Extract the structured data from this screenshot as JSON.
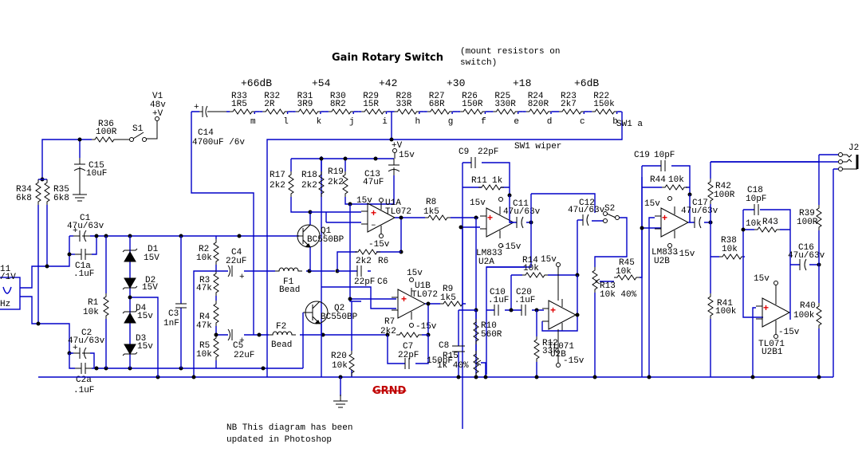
{
  "title": "Gain Rotary Switch",
  "title_note": [
    "(mount resistors on",
    "switch)"
  ],
  "gain_labels": [
    "+66dB",
    "+54",
    "+42",
    "+30",
    "+18",
    "+6dB"
  ],
  "switch_resistors": [
    {
      "ref": "R33",
      "value": "1R5"
    },
    {
      "ref": "R32",
      "value": "2R"
    },
    {
      "ref": "R31",
      "value": "3R9"
    },
    {
      "ref": "R30",
      "value": "8R2"
    },
    {
      "ref": "R29",
      "value": "15R"
    },
    {
      "ref": "R28",
      "value": "33R"
    },
    {
      "ref": "R27",
      "value": "68R"
    },
    {
      "ref": "R26",
      "value": "150R"
    },
    {
      "ref": "R25",
      "value": "330R"
    },
    {
      "ref": "R24",
      "value": "820R"
    },
    {
      "ref": "R23",
      "value": "2k7"
    },
    {
      "ref": "R22",
      "value": "150k"
    }
  ],
  "switch_positions": [
    "m",
    "l",
    "k",
    "j",
    "i",
    "h",
    "g",
    "f",
    "e",
    "d",
    "c",
    "b"
  ],
  "sw1_a": "SW1  a",
  "sw1_wiper": "SW1 wiper",
  "components": {
    "v1": {
      "ref": "V1",
      "value": "48v",
      "node": "+V"
    },
    "r36": {
      "ref": "R36",
      "value": "100R"
    },
    "s1": {
      "ref": "S1"
    },
    "c15": {
      "ref": "C15",
      "value": "10uF"
    },
    "r34": {
      "ref": "R34",
      "value": "6k8"
    },
    "r35": {
      "ref": "R35",
      "value": "6k8"
    },
    "c14": {
      "ref": "C14",
      "value": "4700uF /6v"
    },
    "c1": {
      "ref": "C1",
      "value": "47u/63v"
    },
    "c1a": {
      "ref": "C1a",
      "value": ".1uF"
    },
    "c2": {
      "ref": "C2",
      "value": "47u/63v"
    },
    "c2a": {
      "ref": "C2a",
      "value": ".1uF"
    },
    "src": {
      "ref": "11",
      "value": "/1V",
      "freq": "Hz"
    },
    "r1": {
      "ref": "R1",
      "value": "10k"
    },
    "d1": {
      "ref": "D1",
      "value": "15V"
    },
    "d2": {
      "ref": "D2",
      "value": "15V"
    },
    "d4": {
      "ref": "D4",
      "value": "15v"
    },
    "d3": {
      "ref": "D3",
      "value": "15v"
    },
    "c3": {
      "ref": "C3",
      "value": "1nF"
    },
    "r2": {
      "ref": "R2",
      "value": "10k"
    },
    "r3": {
      "ref": "R3",
      "value": "47k"
    },
    "r4": {
      "ref": "R4",
      "value": "47k"
    },
    "r5": {
      "ref": "R5",
      "value": "10k"
    },
    "c4": {
      "ref": "C4",
      "value": "22uF"
    },
    "c5": {
      "ref": "C5",
      "value": "22uF"
    },
    "f1": {
      "ref": "F1",
      "value": "Bead"
    },
    "f2": {
      "ref": "F2",
      "value": "Bead"
    },
    "q1": {
      "ref": "Q1",
      "value": "BC550BP"
    },
    "q2": {
      "ref": "Q2",
      "value": "BC550BP"
    },
    "r17": {
      "ref": "R17",
      "value": "2k2"
    },
    "r18": {
      "ref": "R18",
      "value": "2k2"
    },
    "r19": {
      "ref": "R19",
      "value": "2k2"
    },
    "c13": {
      "ref": "C13",
      "value": "47uF"
    },
    "vplus": {
      "node": "+V",
      "value": "15v"
    },
    "u1a": {
      "ref": "U1A",
      "value": "TL072",
      "vpos": "15v",
      "vneg": "-15v"
    },
    "u1b": {
      "ref": "U1B",
      "value": "TL072",
      "vpos": "15v",
      "vneg": "-15v"
    },
    "r6": {
      "ref": "R6",
      "value": "2k2"
    },
    "c6": {
      "ref": "C6",
      "value": "22pF"
    },
    "r7": {
      "ref": "R7",
      "value": "2k2"
    },
    "c7": {
      "ref": "C7",
      "value": "22pF"
    },
    "r20": {
      "ref": "R20",
      "value": "10k"
    },
    "r8": {
      "ref": "R8",
      "value": "1k5"
    },
    "r9": {
      "ref": "R9",
      "value": "1k5"
    },
    "c9": {
      "ref": "C9",
      "value": "22pF"
    },
    "r11": {
      "ref": "R11",
      "value": "1k"
    },
    "u2a": {
      "ref": "U2A",
      "value": "LM833",
      "vpos": "15v",
      "vneg": "-15v"
    },
    "c11": {
      "ref": "C11",
      "value": "47u/63v"
    },
    "c12": {
      "ref": "C12",
      "value": "47u/63v"
    },
    "s2": {
      "ref": "S2"
    },
    "c8": {
      "ref": "C8",
      "value": "150pF"
    },
    "r15": {
      "ref": "R15",
      "value": "1k 40%"
    },
    "r10": {
      "ref": "R10",
      "value": "560R"
    },
    "r14": {
      "ref": "R14",
      "value": "10k"
    },
    "c10": {
      "ref": "C10",
      "value": ".1uF"
    },
    "c20": {
      "ref": "C20",
      "value": ".1uF"
    },
    "r12": {
      "ref": "R12",
      "value": "33k"
    },
    "u2b_tl": {
      "ref": "U2B",
      "value": "TL071",
      "vpos": "15v",
      "vneg": "-15v"
    },
    "r45": {
      "ref": "R45",
      "value": "10k"
    },
    "r13": {
      "ref": "R13",
      "value": "10k 40%"
    },
    "c19": {
      "ref": "C19",
      "value": "10pF"
    },
    "r44": {
      "ref": "R44",
      "value": "10k"
    },
    "u2b": {
      "ref": "U2B",
      "value": "LM833",
      "vpos": "15v",
      "vneg": "-15v"
    },
    "c17": {
      "ref": "C17",
      "value": "47u/63v"
    },
    "r42": {
      "ref": "R42",
      "value": "100R"
    },
    "r41": {
      "ref": "R41",
      "value": "100k"
    },
    "r38": {
      "ref": "R38",
      "value": "10k"
    },
    "c18": {
      "ref": "C18",
      "value": "10pF"
    },
    "r43": {
      "ref": "R43",
      "value": "10k"
    },
    "u2b1": {
      "ref": "U2B1",
      "value": "TL071",
      "vpos": "15v",
      "vneg": "-15v"
    },
    "r39": {
      "ref": "R39",
      "value": "100R"
    },
    "c16": {
      "ref": "C16",
      "value": "47u/63v"
    },
    "r40": {
      "ref": "R40",
      "value": "100k"
    },
    "j2": {
      "ref": "J2"
    }
  },
  "ground_label": "GRND",
  "note": [
    "NB This diagram has been",
    "updated in Photoshop"
  ],
  "colors": {
    "wire": "#0000c8",
    "component": "#000000",
    "ground_label": "#c00000",
    "plus_marker": "#e00000"
  }
}
